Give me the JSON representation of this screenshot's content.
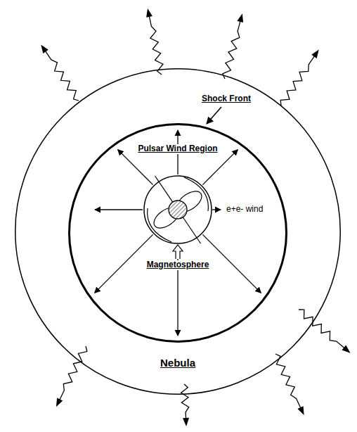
{
  "diagram": {
    "nodes": [
      {
        "text": [
          "Nebula"
        ]
      },
      {
        "text": [
          "Pulsar Wind Region",
          "e+e- wind"
        ],
        "in": 0
      }
    ],
    "labels": [
      "Shock Front",
      "Magnetosphere"
    ]
  }
}
